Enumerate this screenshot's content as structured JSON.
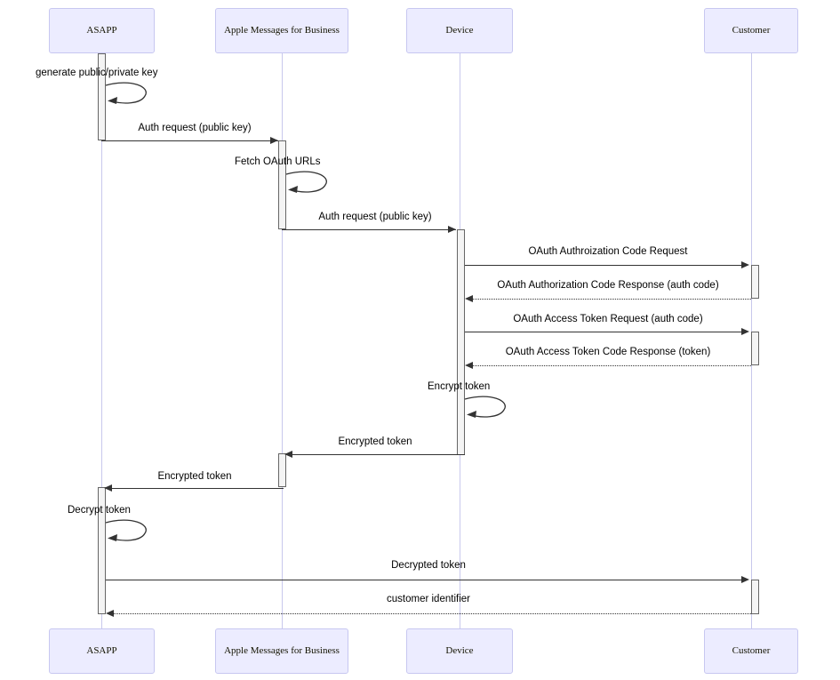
{
  "diagram": {
    "type": "sequence-diagram",
    "title": "Apple Messages for Business OAuth authentication sequence",
    "colors": {
      "actor_fill": "#ECECFF",
      "actor_border": "#C7C7F0",
      "lifeline": "#C8C8EC",
      "activation_fill": "#F4F4F4",
      "activation_border": "#666666",
      "arrow": "#333333",
      "text": "#000000",
      "background": "#FFFFFF"
    },
    "actors": [
      {
        "id": "asapp",
        "label": "ASAPP"
      },
      {
        "id": "amb",
        "label": "Apple Messages for Business"
      },
      {
        "id": "device",
        "label": "Device"
      },
      {
        "id": "customer",
        "label": "Customer"
      }
    ],
    "messages": [
      {
        "index": 1,
        "from": "asapp",
        "to": "asapp",
        "label": "generate public/private key",
        "kind": "self",
        "style": "solid"
      },
      {
        "index": 2,
        "from": "asapp",
        "to": "amb",
        "label": "Auth request (public key)",
        "kind": "forward",
        "style": "solid"
      },
      {
        "index": 3,
        "from": "amb",
        "to": "amb",
        "label": "Fetch OAuth URLs",
        "kind": "self",
        "style": "solid"
      },
      {
        "index": 4,
        "from": "amb",
        "to": "device",
        "label": "Auth request (public key)",
        "kind": "forward",
        "style": "solid"
      },
      {
        "index": 5,
        "from": "device",
        "to": "customer",
        "label": "OAuth Authroization Code Request",
        "kind": "forward",
        "style": "solid"
      },
      {
        "index": 6,
        "from": "customer",
        "to": "device",
        "label": "OAuth Authorization Code Response (auth code)",
        "kind": "reply",
        "style": "dotted"
      },
      {
        "index": 7,
        "from": "device",
        "to": "customer",
        "label": "OAuth Access Token Request (auth code)",
        "kind": "forward",
        "style": "solid"
      },
      {
        "index": 8,
        "from": "customer",
        "to": "device",
        "label": "OAuth Access Token Code Response (token)",
        "kind": "reply",
        "style": "dotted"
      },
      {
        "index": 9,
        "from": "device",
        "to": "device",
        "label": "Encrypt token",
        "kind": "self",
        "style": "solid"
      },
      {
        "index": 10,
        "from": "device",
        "to": "amb",
        "label": "Encrypted token",
        "kind": "backward",
        "style": "solid"
      },
      {
        "index": 11,
        "from": "amb",
        "to": "asapp",
        "label": "Encrypted token",
        "kind": "backward",
        "style": "solid"
      },
      {
        "index": 12,
        "from": "asapp",
        "to": "asapp",
        "label": "Decrypt token",
        "kind": "self",
        "style": "solid"
      },
      {
        "index": 13,
        "from": "asapp",
        "to": "customer",
        "label": "Decrypted token",
        "kind": "forward",
        "style": "solid"
      },
      {
        "index": 14,
        "from": "customer",
        "to": "asapp",
        "label": "customer identifier",
        "kind": "reply",
        "style": "dotted"
      }
    ]
  }
}
